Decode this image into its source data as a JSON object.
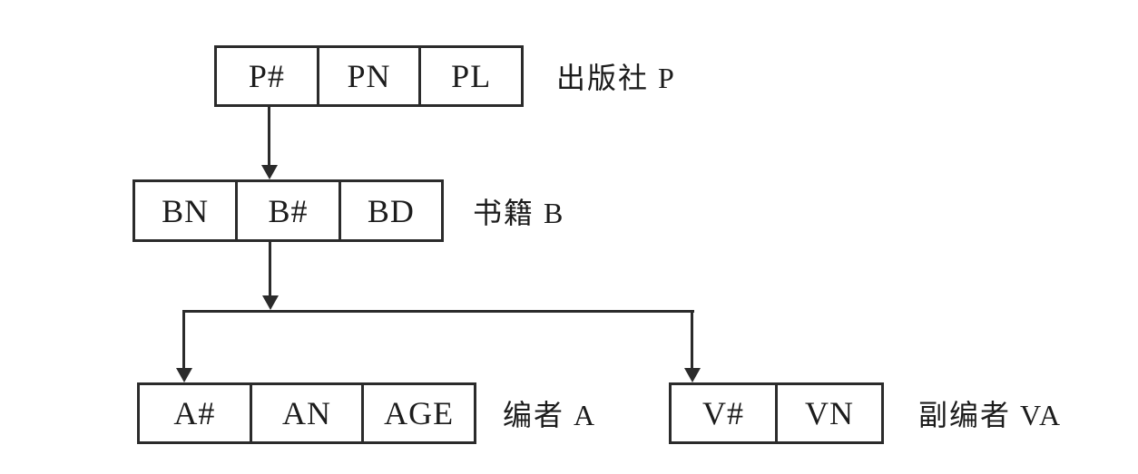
{
  "nodes": {
    "publisher": {
      "cells": [
        "P#",
        "PN",
        "PL"
      ],
      "label": "出版社 P"
    },
    "book": {
      "cells": [
        "BN",
        "B#",
        "BD"
      ],
      "label": "书籍 B"
    },
    "editor": {
      "cells": [
        "A#",
        "AN",
        "AGE"
      ],
      "label": "编者 A"
    },
    "deputy_editor": {
      "cells": [
        "V#",
        "VN"
      ],
      "label": "副编者 VA"
    }
  },
  "colors": {
    "line": "#2b2b2b",
    "text": "#1c1c1c",
    "background": "#ffffff"
  }
}
